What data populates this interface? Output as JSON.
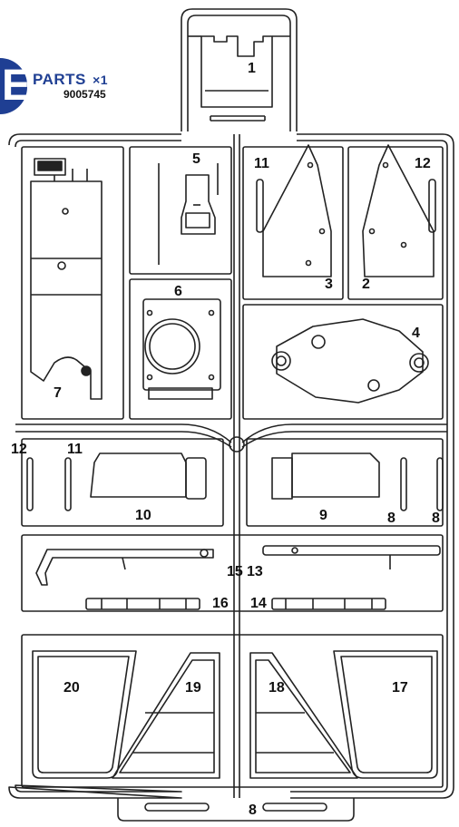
{
  "header": {
    "letter": "E",
    "title": "PARTS",
    "quantity": "×1",
    "part_number": "9005745"
  },
  "labels": {
    "p1": "1",
    "p2": "2",
    "p3": "3",
    "p4": "4",
    "p5": "5",
    "p6": "6",
    "p7": "7",
    "p8a": "8",
    "p8b": "8",
    "p8c": "8",
    "p9": "9",
    "p10": "10",
    "p11a": "11",
    "p11b": "11",
    "p12a": "12",
    "p12b": "12",
    "p13": "13",
    "p14": "14",
    "p15": "15",
    "p16": "16",
    "p17": "17",
    "p18": "18",
    "p19": "19",
    "p20": "20"
  },
  "colors": {
    "brand": "#1f3f93",
    "line": "#222222"
  }
}
